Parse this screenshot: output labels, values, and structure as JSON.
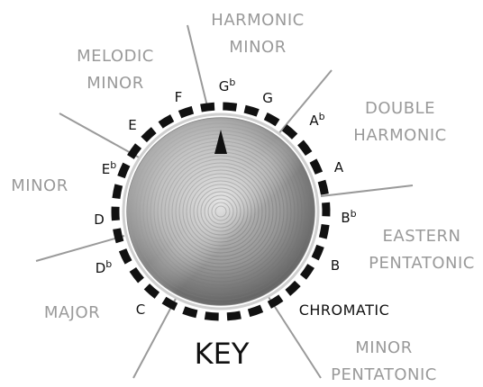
{
  "knob": {
    "title": "KEY",
    "selected_note_index": 0,
    "notes": [
      {
        "text": "G",
        "flat": "b"
      },
      {
        "text": "G",
        "flat": ""
      },
      {
        "text": "A",
        "flat": "b"
      },
      {
        "text": "A",
        "flat": ""
      },
      {
        "text": "B",
        "flat": "b"
      },
      {
        "text": "B",
        "flat": ""
      },
      {
        "text": "C",
        "flat": ""
      },
      {
        "text": "D",
        "flat": "b"
      },
      {
        "text": "D",
        "flat": ""
      },
      {
        "text": "E",
        "flat": "b"
      },
      {
        "text": "E",
        "flat": ""
      },
      {
        "text": "F",
        "flat": ""
      }
    ]
  },
  "scales": [
    {
      "lines": [
        "HARMONIC",
        "MINOR"
      ],
      "active": false
    },
    {
      "lines": [
        "DOUBLE",
        "HARMONIC"
      ],
      "active": false
    },
    {
      "lines": [
        "EASTERN",
        "PENTATONIC"
      ],
      "active": false
    },
    {
      "lines": [
        "CHROMATIC"
      ],
      "active": true
    },
    {
      "lines": [
        "MINOR",
        "PENTATONIC"
      ],
      "active": false
    },
    {
      "lines": [
        "MAJOR"
      ],
      "active": false
    },
    {
      "lines": [
        "MINOR"
      ],
      "active": false
    },
    {
      "lines": [
        "MELODIC",
        "MINOR"
      ],
      "active": false
    }
  ],
  "colors": {
    "dash": "#111111",
    "divider": "#9a9a9a",
    "scale_text": "#9a9a9a",
    "active_text": "#111111",
    "pointer": "#111111"
  }
}
